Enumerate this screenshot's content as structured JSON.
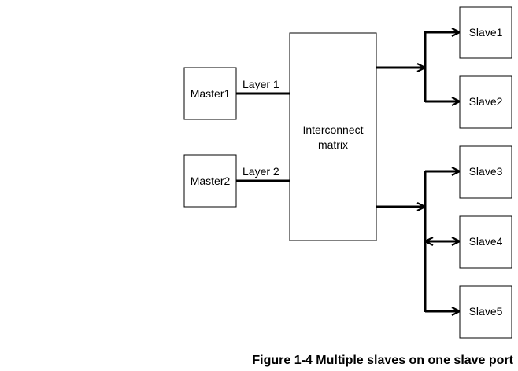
{
  "masters": [
    {
      "label": "Master1",
      "layer_label": "Layer 1"
    },
    {
      "label": "Master2",
      "layer_label": "Layer 2"
    }
  ],
  "interconnect": {
    "line1": "Interconnect",
    "line2": "matrix"
  },
  "slaves": [
    {
      "label": "Slave1"
    },
    {
      "label": "Slave2"
    },
    {
      "label": "Slave3"
    },
    {
      "label": "Slave4"
    },
    {
      "label": "Slave5"
    }
  ],
  "caption": "Figure 1-4 Multiple slaves on one slave port"
}
